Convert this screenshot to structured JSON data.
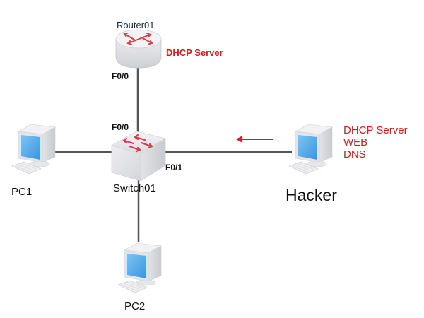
{
  "diagram": {
    "title": "DHCP spoofing topology",
    "colors": {
      "link": "#555555",
      "attack_arrow": "#d42020",
      "service_text": "#d91a1a",
      "screen_blue": "#4aa3e8"
    },
    "devices": {
      "router": {
        "name": "Router01",
        "role": "DHCP Server",
        "icon": "router-icon"
      },
      "switch": {
        "name": "Switch01",
        "icon": "switch-icon"
      },
      "pc1": {
        "name": "PC1",
        "icon": "pc-icon"
      },
      "pc2": {
        "name": "PC2",
        "icon": "pc-icon"
      },
      "hacker": {
        "name": "Hacker",
        "icon": "pc-icon",
        "services": [
          "DHCP Server",
          "WEB",
          "DNS"
        ]
      }
    },
    "ports": {
      "router_f00": "F0/0",
      "switch_f00": "F0/0",
      "switch_f01": "F0/1"
    },
    "links": [
      {
        "from": "Router01",
        "to": "Switch01",
        "from_port": "F0/0",
        "to_port": "F0/0"
      },
      {
        "from": "PC1",
        "to": "Switch01"
      },
      {
        "from": "Switch01",
        "to": "Hacker",
        "from_port": "F0/1"
      },
      {
        "from": "Switch01",
        "to": "PC2"
      }
    ],
    "annotations": [
      {
        "type": "arrow",
        "direction": "left",
        "meaning": "Hacker traffic toward switch"
      }
    ]
  }
}
